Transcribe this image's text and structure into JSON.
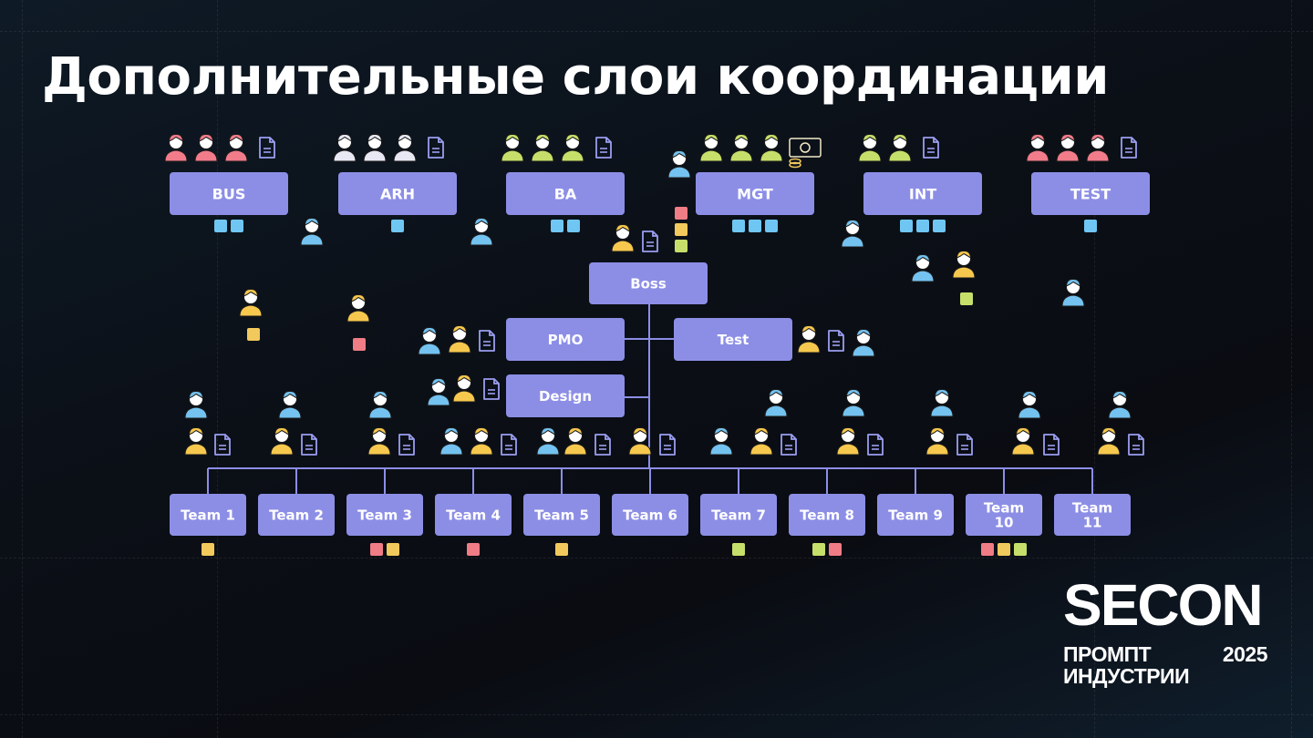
{
  "title": "Дополнительные слои координации",
  "colors": {
    "box": "#8c8ee6",
    "box_text": "#ffffff",
    "line": "#8c8ee6",
    "sq_blue": "#6fc6f2",
    "sq_red": "#f07c86",
    "sq_yellow": "#f2c95c",
    "sq_green": "#c6df6a",
    "person_blue": "#74c2ef",
    "person_yellow": "#f6c84e",
    "person_pink": "#f27c8a",
    "doc": "#9b9ef0"
  },
  "top_groups": [
    {
      "label": "BUS",
      "squares": [
        "sq_blue",
        "sq_blue"
      ],
      "people": [
        "pink-woman",
        "pink-woman",
        "pink-woman"
      ]
    },
    {
      "label": "ARH",
      "squares": [
        "sq_blue"
      ],
      "people": [
        "white-woman",
        "white-woman",
        "white-woman"
      ]
    },
    {
      "label": "BA",
      "squares": [
        "sq_blue",
        "sq_blue"
      ],
      "people": [
        "green-man",
        "green-man",
        "green-man"
      ]
    },
    {
      "label": "MGT",
      "squares": [
        "sq_blue",
        "sq_blue",
        "sq_blue"
      ],
      "people": [
        "green-man",
        "green-man",
        "green-man"
      ]
    },
    {
      "label": "INT",
      "squares": [
        "sq_blue",
        "sq_blue",
        "sq_blue"
      ],
      "people": [
        "green-man",
        "green-man"
      ]
    },
    {
      "label": "TEST",
      "squares": [
        "sq_blue"
      ],
      "people": [
        "pink-woman",
        "pink-woman",
        "pink-woman"
      ]
    }
  ],
  "middle_boxes": {
    "boss": "Boss",
    "pmo": "PMO",
    "test": "Test",
    "design": "Design"
  },
  "teams": [
    {
      "label": "Team 1",
      "squares": [
        "sq_yellow"
      ]
    },
    {
      "label": "Team 2",
      "squares": []
    },
    {
      "label": "Team 3",
      "squares": [
        "sq_red",
        "sq_yellow"
      ]
    },
    {
      "label": "Team 4",
      "squares": [
        "sq_red"
      ]
    },
    {
      "label": "Team 5",
      "squares": [
        "sq_yellow"
      ]
    },
    {
      "label": "Team 6",
      "squares": []
    },
    {
      "label": "Team 7",
      "squares": [
        "sq_green"
      ]
    },
    {
      "label": "Team 8",
      "squares": [
        "sq_green",
        "sq_red"
      ]
    },
    {
      "label": "Team 9",
      "squares": []
    },
    {
      "label": "Team 10",
      "squares": [
        "sq_red",
        "sq_yellow",
        "sq_green"
      ]
    },
    {
      "label": "Team 11",
      "squares": []
    }
  ],
  "mgt_side_squares": [
    "sq_red",
    "sq_yellow",
    "sq_green"
  ],
  "icons": [
    "person-icon",
    "document-icon",
    "money-icon"
  ],
  "logo": {
    "brand": "SECON",
    "line1": "ПРОМПТ",
    "line2": "ИНДУСТРИИ",
    "year": "2025"
  }
}
